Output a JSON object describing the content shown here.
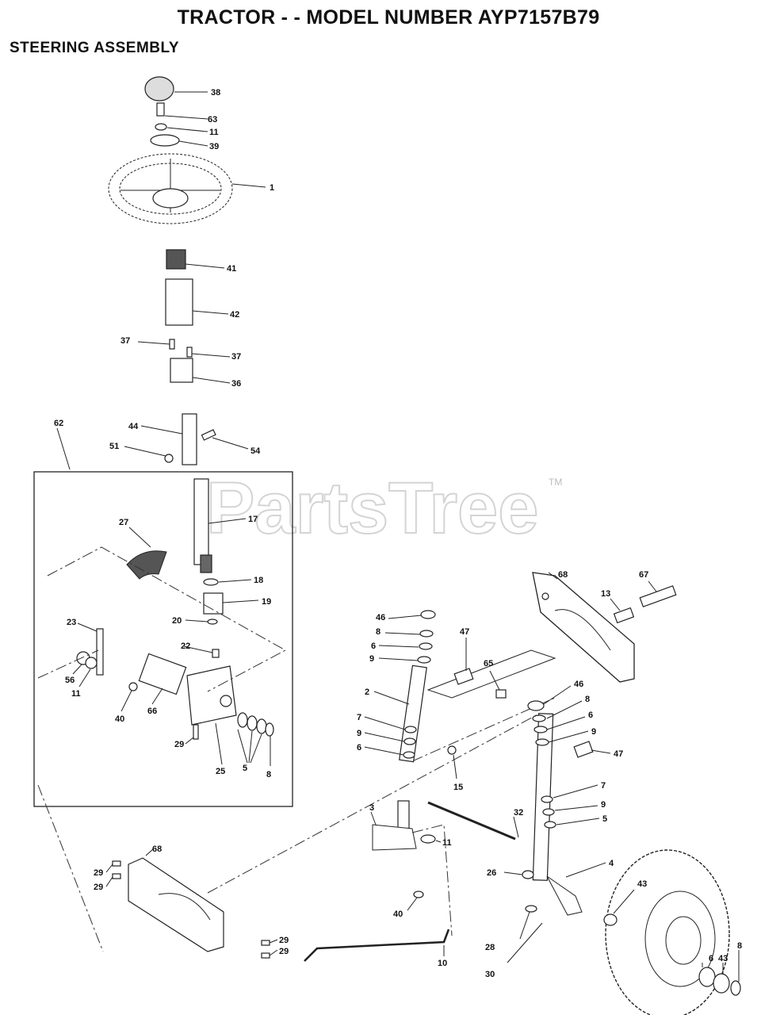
{
  "header": {
    "title": "TRACTOR - - MODEL NUMBER AYP7157B79",
    "section": "STEERING ASSEMBLY"
  },
  "watermark": {
    "text": "PartsTree",
    "tm": "TM"
  },
  "callouts": {
    "c38": "38",
    "c63": "63",
    "c11a": "11",
    "c39": "39",
    "c1": "1",
    "c41": "41",
    "c42": "42",
    "c37a": "37",
    "c37b": "37",
    "c36": "36",
    "c44": "44",
    "c51": "51",
    "c54": "54",
    "c62": "62",
    "c17": "17",
    "c27": "27",
    "c18": "18",
    "c19": "19",
    "c20": "20",
    "c22": "22",
    "c23": "23",
    "c56": "56",
    "c11b": "11",
    "c40a": "40",
    "c66": "66",
    "c29a": "29",
    "c25": "25",
    "c5a": "5",
    "c8a": "8",
    "c68a": "68",
    "c67": "67",
    "c13": "13",
    "c46a": "46",
    "c8b": "8",
    "c6a": "6",
    "c9a": "9",
    "c47a": "47",
    "c65": "65",
    "c2": "2",
    "c7a": "7",
    "c9b": "9",
    "c6b": "6",
    "c15": "15",
    "c46b": "46",
    "c8c": "8",
    "c6c": "6",
    "c9c": "9",
    "c47b": "47",
    "c7b": "7",
    "c9d": "9",
    "c5b": "5",
    "c3": "3",
    "c32": "32",
    "c11c": "11",
    "c26": "26",
    "c4": "4",
    "c40b": "40",
    "c28": "28",
    "c30": "30",
    "c10": "10",
    "c43a": "43",
    "c6d": "6",
    "c43b": "43",
    "c8d": "8",
    "c68b": "68",
    "c29b": "29",
    "c29c": "29",
    "c29d": "29",
    "c29e": "29"
  }
}
